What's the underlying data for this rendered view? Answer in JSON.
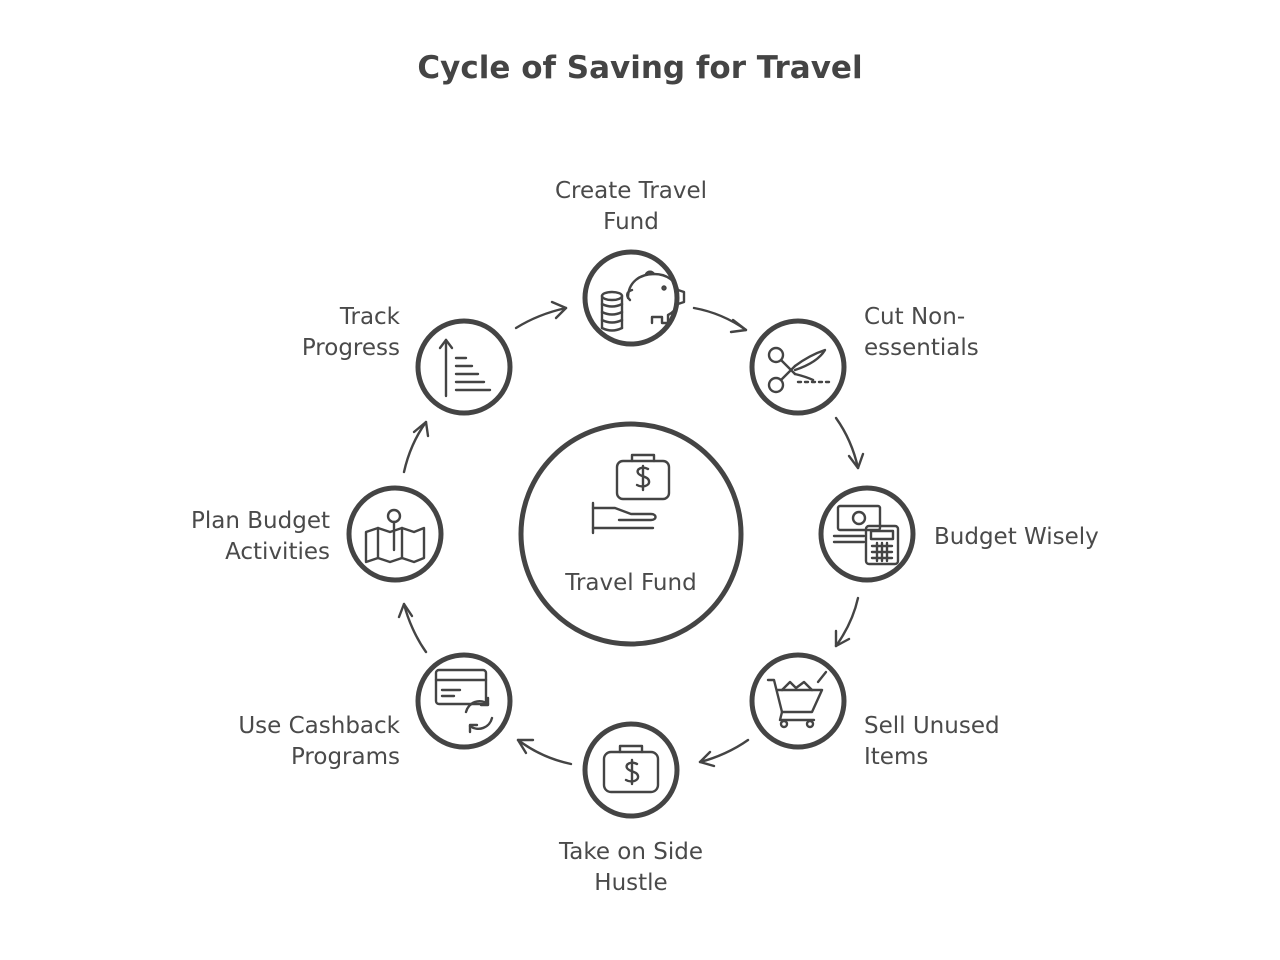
{
  "title": "Cycle of Saving for Travel",
  "center": {
    "label": "Travel Fund",
    "icon": "hand-holding-money-bag-icon"
  },
  "steps": [
    {
      "lines": [
        "Create Travel",
        "Fund"
      ],
      "icon": "piggy-bank-coins-icon"
    },
    {
      "lines": [
        "Cut Non-",
        "essentials"
      ],
      "icon": "scissors-icon"
    },
    {
      "lines": [
        "Budget Wisely"
      ],
      "icon": "calculator-money-icon"
    },
    {
      "lines": [
        "Sell Unused",
        "Items"
      ],
      "icon": "shopping-cart-icon"
    },
    {
      "lines": [
        "Take on Side",
        "Hustle"
      ],
      "icon": "money-bag-icon"
    },
    {
      "lines": [
        "Use Cashback",
        "Programs"
      ],
      "icon": "credit-card-cycle-icon"
    },
    {
      "lines": [
        "Plan Budget",
        "Activities"
      ],
      "icon": "map-pin-icon"
    },
    {
      "lines": [
        "Track",
        "Progress"
      ],
      "icon": "progress-chart-icon"
    }
  ],
  "colors": {
    "stroke": "#444444",
    "background": "#ffffff",
    "text": "#4a4a4a"
  }
}
